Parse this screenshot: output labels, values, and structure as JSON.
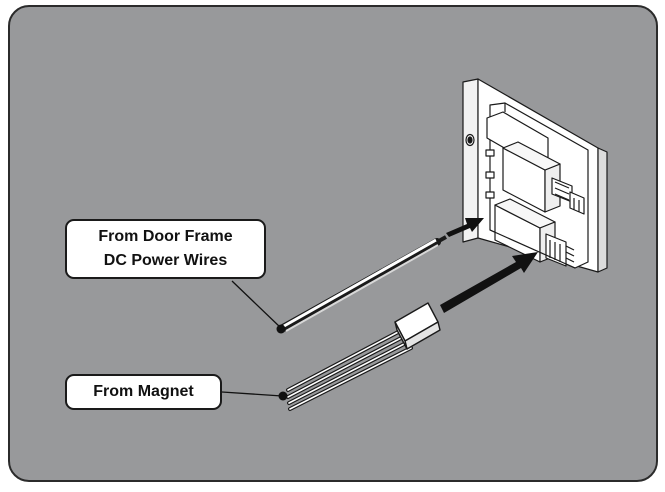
{
  "diagram": {
    "background_color": "#98999b",
    "border_color": "#2b2b2b",
    "callouts": {
      "door_frame": {
        "line1": "From Door Frame",
        "line2": "DC Power Wires"
      },
      "magnet": {
        "label": "From Magnet"
      }
    }
  }
}
